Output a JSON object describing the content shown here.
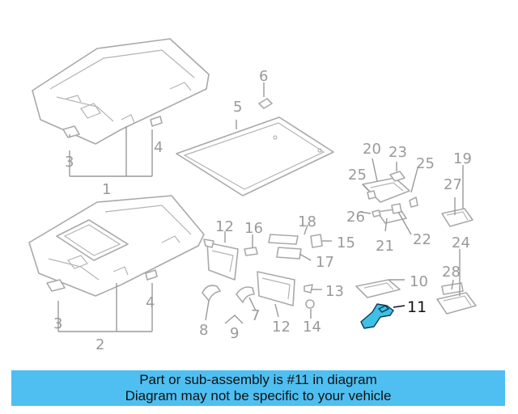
{
  "diagram": {
    "callouts": [
      "1",
      "2",
      "3",
      "3",
      "4",
      "4",
      "5",
      "6",
      "7",
      "8",
      "9",
      "10",
      "11",
      "12",
      "12",
      "13",
      "14",
      "15",
      "16",
      "17",
      "18",
      "19",
      "20",
      "21",
      "22",
      "23",
      "24",
      "25",
      "25",
      "26",
      "27",
      "28"
    ],
    "highlighted_part": "11",
    "highlight_color": "#3ec0e8",
    "line_color": "#a9a9a9"
  },
  "banner": {
    "line1": "Part or sub-assembly is #11 in diagram",
    "line2": "Diagram may not be specific to your vehicle",
    "background": "#4fbff1"
  }
}
